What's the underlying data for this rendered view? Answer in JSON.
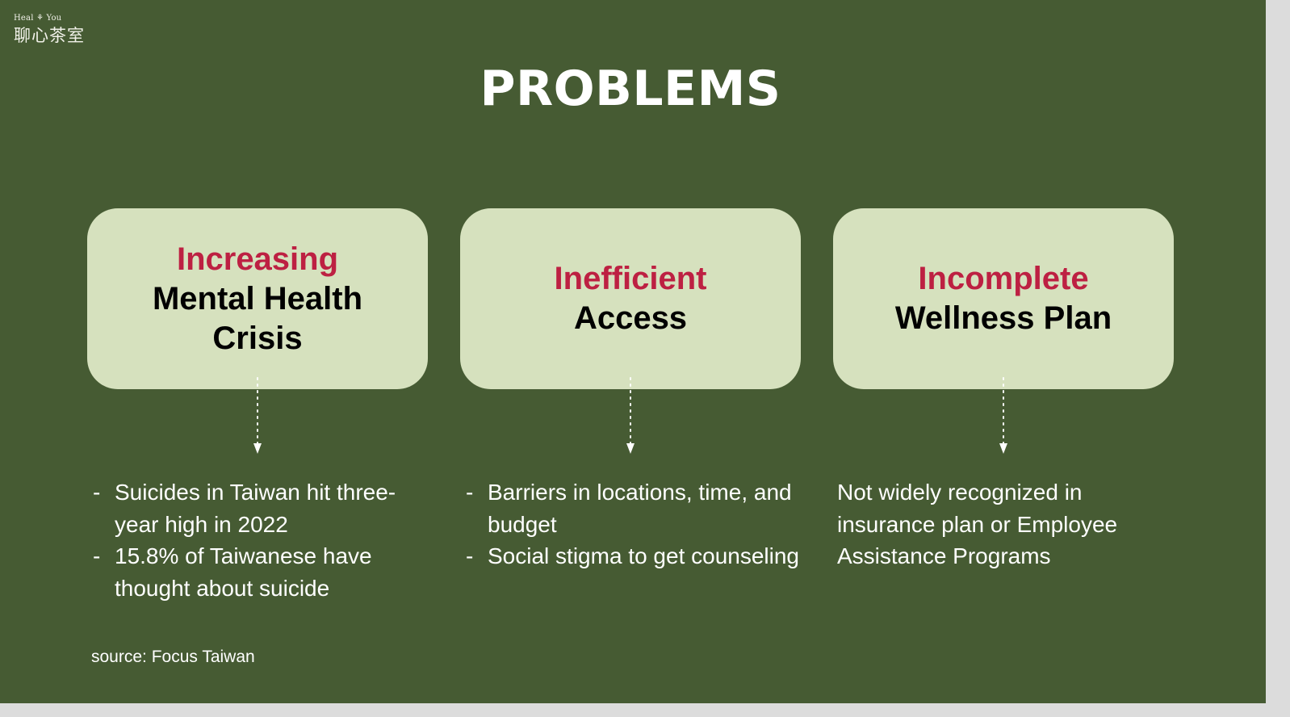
{
  "logo": {
    "tagline": "Heal ⚘ You",
    "name": "聊心茶室"
  },
  "title": "PROBLEMS",
  "problems": [
    {
      "keyword": "Increasing",
      "rest": "Mental Health Crisis",
      "points": [
        "Suicides in Taiwan hit three-year high in 2022",
        "15.8% of Taiwanese have thought about suicide"
      ]
    },
    {
      "keyword": "Inefficient",
      "rest": "Access",
      "points": [
        "Barriers in locations, time, and budget",
        "Social stigma to get counseling"
      ]
    },
    {
      "keyword": "Incomplete",
      "rest": "Wellness Plan",
      "text": "Not widely recognized in insurance plan or Employee Assistance Programs"
    }
  ],
  "source": "source: Focus Taiwan",
  "colors": {
    "background": "#465b33",
    "card": "#d6e1be",
    "accent": "#bd2042",
    "text": "#ffffff"
  }
}
